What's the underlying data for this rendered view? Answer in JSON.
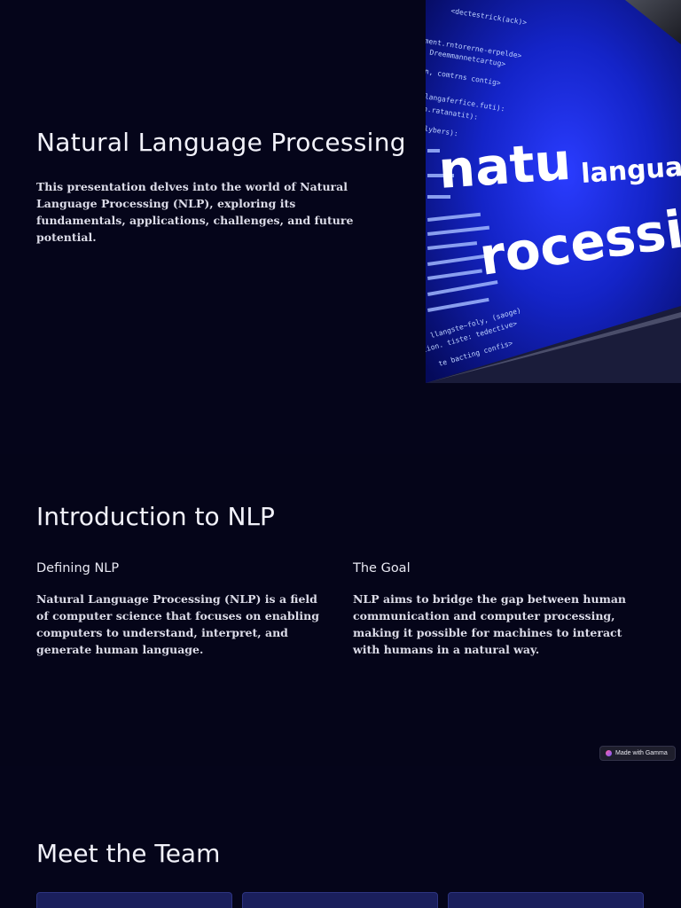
{
  "slide1": {
    "title": "Natural Language Processing",
    "description": "This presentation delves into the world of Natural Language Processing (NLP), exploring its fundamentals, applications, challenges, and future potential.",
    "hero_image": {
      "headline_line1_big": "natu",
      "headline_line1_small": "languages",
      "headline_line2": "rocessing",
      "code_lines": [
        "<dectestrick(ack)>",
        "ment.rntorerne-erpelde>",
        "b Dreemmannetcartug>",
        "son, comtrns contig>",
        "langaferfice.futi):",
        "tion.ratanatit):",
        "ventlybers):",
        "llangste~foly, (saoge)",
        "ption. tiste: tedective>",
        "te bacting confis>"
      ]
    }
  },
  "slide2": {
    "title": "Introduction to NLP",
    "columns": [
      {
        "heading": "Defining NLP",
        "text": "Natural Language Processing (NLP) is a field of computer science that focuses on enabling computers to understand, interpret, and generate human language."
      },
      {
        "heading": "The Goal",
        "text": "NLP aims to bridge the gap between human communication and computer processing, making it possible for machines to interact with humans in a natural way."
      }
    ],
    "badge_label": "Made with Gamma"
  },
  "slide3": {
    "title": "Meet the Team",
    "cards": [
      "",
      "",
      ""
    ]
  },
  "colors": {
    "background": "#05051a",
    "card": "#1a1f5c",
    "text": "#ffffff"
  }
}
